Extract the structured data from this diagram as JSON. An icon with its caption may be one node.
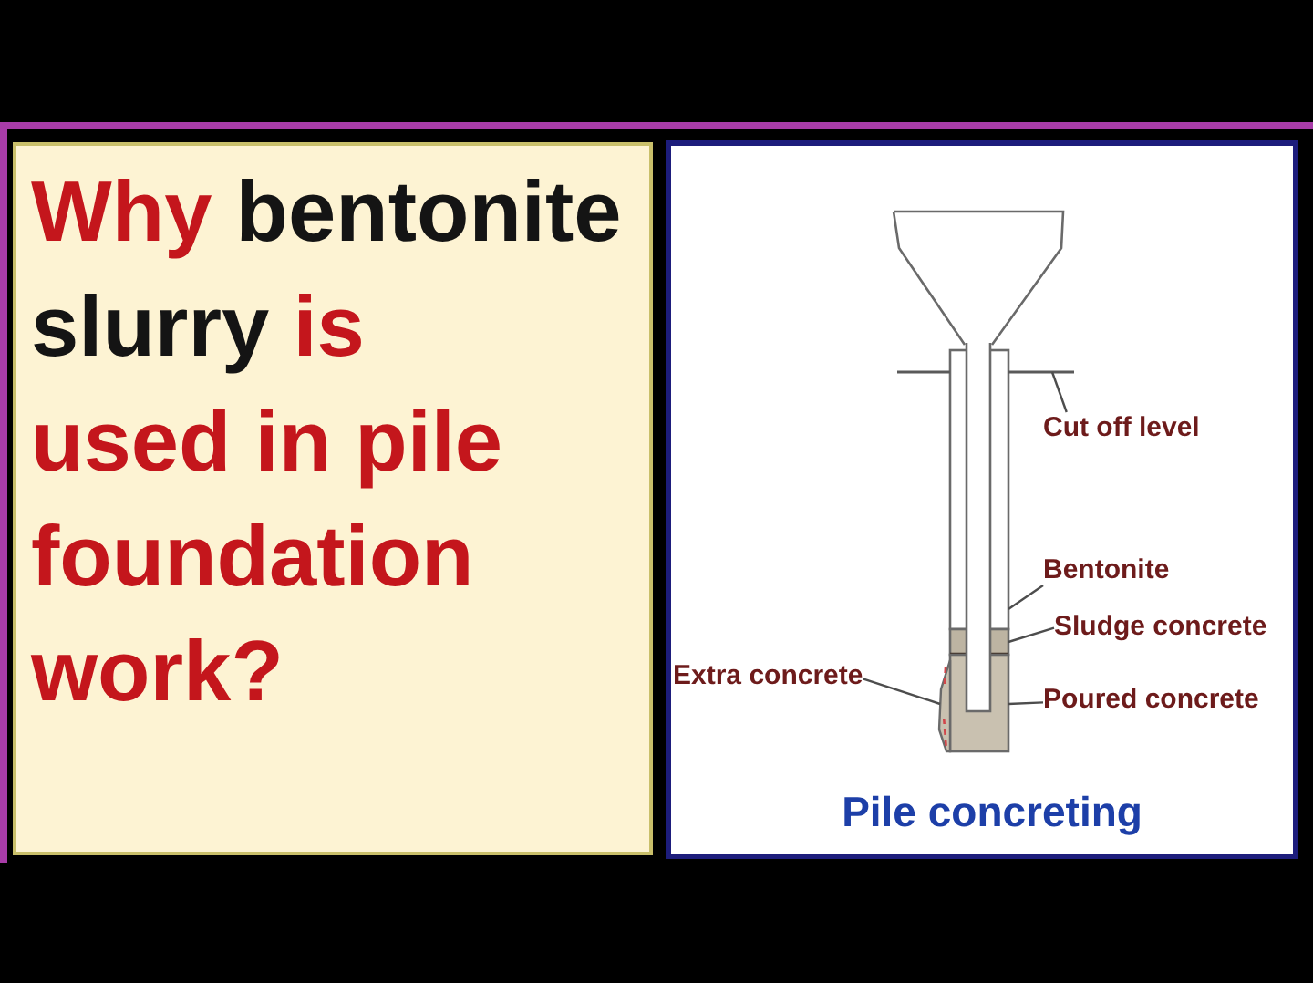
{
  "diagram": {
    "title": "Why bentonite slurry is used in pile foundation work?",
    "caption": "Pile concreting",
    "nodes": [
      {
        "text": [
          "Cut off level"
        ]
      },
      {
        "text": [],
        "shape": "line"
      },
      {
        "text": [
          "Bentonite"
        ]
      },
      {
        "text": [],
        "shape": "box"
      },
      {
        "text": [
          "Sludge concrete"
        ]
      },
      {
        "text": [],
        "shape": "box"
      },
      {
        "text": [
          "Extra concrete"
        ]
      },
      {
        "text": [],
        "shape": "bulge"
      },
      {
        "text": [
          "Poured concrete"
        ]
      },
      {
        "text": [],
        "shape": "box"
      }
    ],
    "edges": [
      {
        "from": 0,
        "to": 1,
        "arrow": "none"
      },
      {
        "from": 2,
        "to": 3,
        "arrow": "none"
      },
      {
        "from": 4,
        "to": 5,
        "arrow": "none"
      },
      {
        "from": 6,
        "to": 7,
        "arrow": "none"
      },
      {
        "from": 8,
        "to": 9,
        "arrow": "none"
      }
    ]
  }
}
